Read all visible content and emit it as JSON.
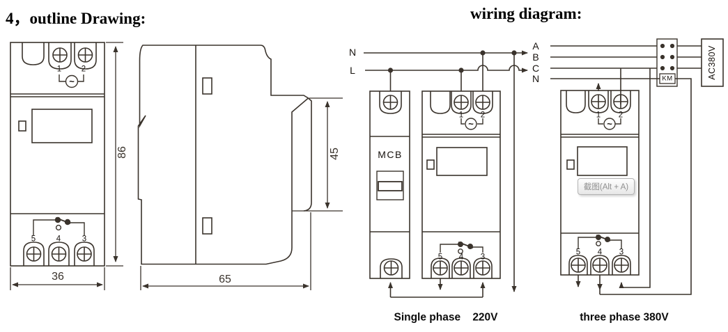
{
  "titles": {
    "outline": "4，outline Drawing:",
    "wiring": "wiring diagram:"
  },
  "front_view": {
    "top_terminals": [
      "1",
      "2"
    ],
    "bottom_terminals": [
      "5",
      "4",
      "3"
    ],
    "ac": "~",
    "width_mm": "36",
    "height_mm": "86"
  },
  "side_view": {
    "depth_mm": "65",
    "rail_depth_mm": "45"
  },
  "single_phase": {
    "lines": [
      "N",
      "L"
    ],
    "mcb": "MCB",
    "top_terminals": [
      "1",
      "2"
    ],
    "bottom_terminals": [
      "5",
      "4",
      "3"
    ],
    "ac": "~",
    "caption": "Single phase    220V"
  },
  "three_phase": {
    "lines": [
      "A",
      "B",
      "C",
      "N"
    ],
    "km": "KM",
    "supply": "AC380V",
    "top_terminals": [
      "1",
      "2"
    ],
    "bottom_terminals": [
      "5",
      "4",
      "3"
    ],
    "ac": "~",
    "tooltip": "截图(Alt + A)",
    "caption": "three phase 380V"
  }
}
